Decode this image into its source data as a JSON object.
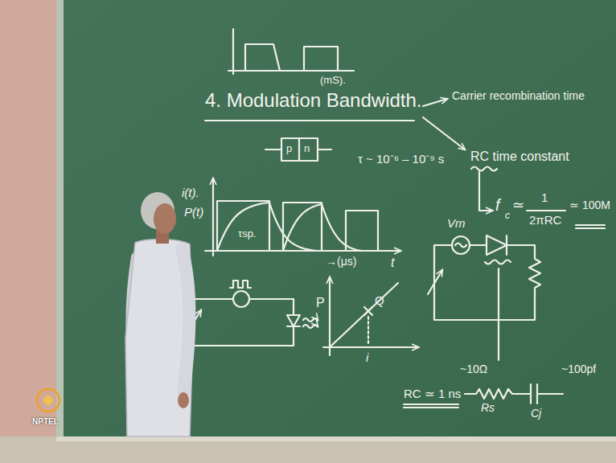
{
  "diagram": {
    "title": "4. Modulation Bandwidth.",
    "labels": [
      "(mS).",
      "Carrier recombination time",
      "RC time constant",
      "p",
      "n",
      "τ ~ 10⁻⁶ – 10⁻⁹ s",
      "f",
      "c",
      "≃",
      "1",
      "2πRC",
      "≃ 100M",
      "i(t).",
      "P(t)",
      "τsp.",
      "→(μs)",
      "t",
      "Vm",
      "P",
      "Q",
      "i",
      "~10Ω",
      "~100pf",
      "RC ≃ 1 ns",
      "Rs",
      "Cj",
      "NPTEL"
    ]
  }
}
